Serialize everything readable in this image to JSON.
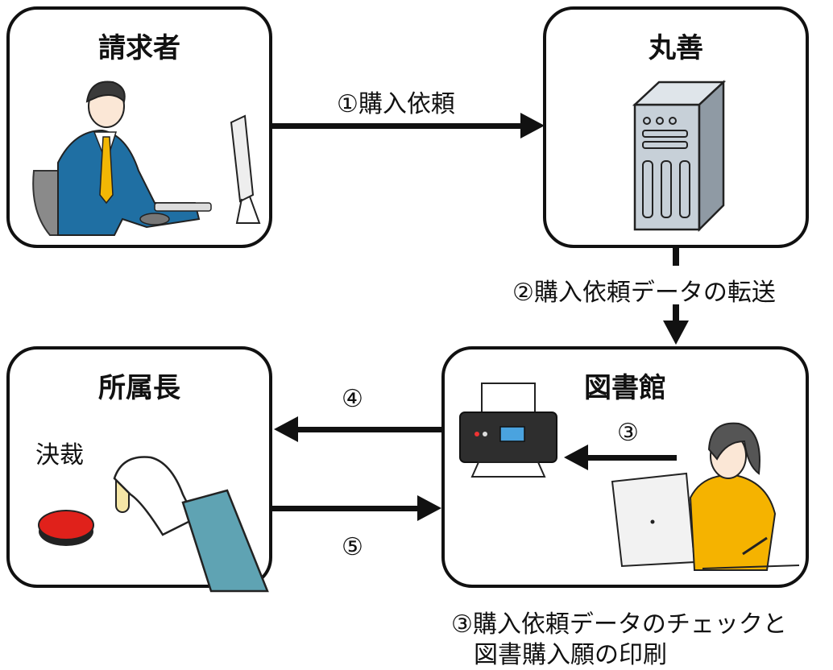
{
  "nodes": {
    "requester": "請求者",
    "maruzen": "丸善",
    "department_head": "所属長",
    "library": "図書館"
  },
  "approval_label": "決裁",
  "edges": {
    "step1": "①購入依頼",
    "step2": "②購入依頼データの転送",
    "step3_short": "③",
    "step4": "④",
    "step5": "⑤"
  },
  "caption": {
    "line1": "③購入依頼データのチェックと",
    "line2": "図書購入願の印刷"
  },
  "colors": {
    "suit_blue": "#1f6fa3",
    "tie_yellow": "#f2b705",
    "sweater_yellow": "#f5b300",
    "server_grey": "#b9c3cc",
    "stamp_red": "#e0211b",
    "sleeve_teal": "#5fa3b3"
  }
}
